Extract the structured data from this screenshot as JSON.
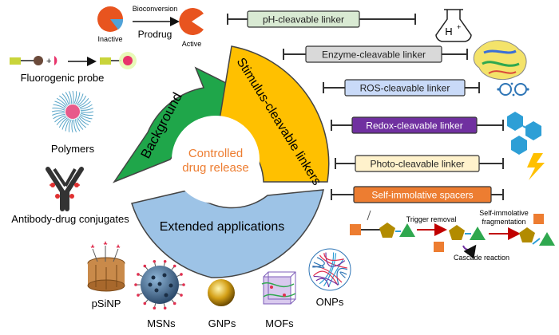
{
  "center": {
    "line1": "Controlled",
    "line2": "drug release"
  },
  "segments": {
    "background": "Background",
    "stimulus": "Stimulus-cleavable linkers",
    "applications": "Extended applications"
  },
  "prodrug": {
    "inactive": "Inactive",
    "active": "Active",
    "process": "Bioconversion",
    "title": "Prodrug"
  },
  "left_items": {
    "fluorogenic": "Fluorogenic probe",
    "polymers": "Polymers",
    "adc": "Antibody-drug conjugates"
  },
  "linkers": [
    {
      "label": "pH-cleavable linker",
      "fill": "#d9ead3",
      "text_color": "#222222"
    },
    {
      "label": "Enzyme-cleavable linker",
      "fill": "#d9d9d9",
      "text_color": "#222222"
    },
    {
      "label": "ROS-cleavable linker",
      "fill": "#c9daf8",
      "text_color": "#222222"
    },
    {
      "label": "Redox-cleavable linker",
      "fill": "#7030a0",
      "text_color": "#ffffff"
    },
    {
      "label": "Photo-cleavable linker",
      "fill": "#fff2cc",
      "text_color": "#222222"
    },
    {
      "label": "Self-immolative spacers",
      "fill": "#ed7d31",
      "text_color": "#ffffff"
    }
  ],
  "acid_symbol": "H",
  "acid_charge": "+",
  "self_immolative": {
    "trigger": "Trigger removal",
    "fragment_line1": "Self-immolative",
    "fragment_line2": "fragmentation",
    "cascade": "Cascade reaction"
  },
  "nanoparticles": [
    "pSiNP",
    "MSNs",
    "GNPs",
    "MOFs",
    "ONPs"
  ],
  "colors": {
    "background_segment": "#1fa64a",
    "stimulus_segment": "#ffc000",
    "applications_segment": "#9dc3e6",
    "center_text": "#ed7d31",
    "segment_stroke": "#444444"
  }
}
